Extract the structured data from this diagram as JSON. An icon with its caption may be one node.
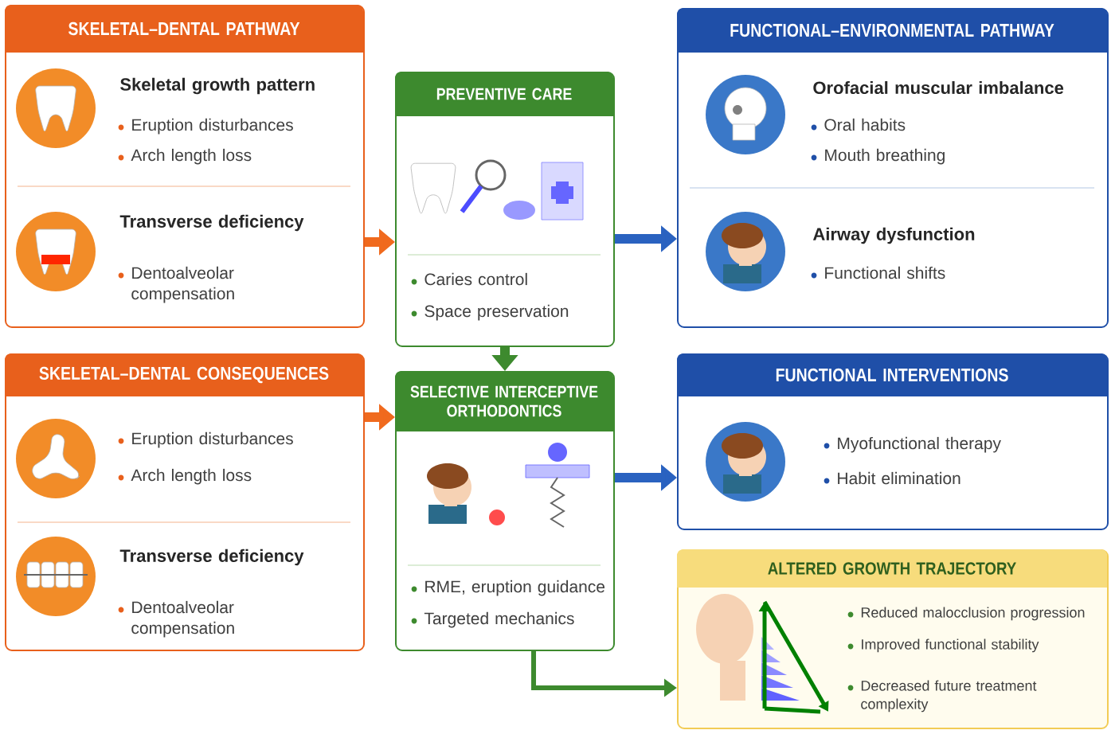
{
  "diagram": {
    "nodes": [
      {
        "text": [
          "SKELETAL–DENTAL PATHWAY",
          "Skeletal growth pattern",
          "Eruption disturbances",
          "Arch length loss",
          "Transverse deficiency",
          "Dentoalveolar compensation"
        ]
      },
      {
        "text": [
          "PREVENTIVE CARE",
          "Caries control",
          "Space preservation"
        ]
      },
      {
        "text": [
          "FUNCTIONAL–ENVIRONMENTAL PATHWAY",
          "Orofacial muscular imbalance",
          "Oral habits",
          "Mouth breathing",
          "Airway dysfunction",
          "Functional shifts"
        ]
      },
      {
        "text": [
          "SKELETAL–DENTAL CONSEQUENCES",
          "Eruption disturbances",
          "Arch length loss",
          "Transverse deficiency",
          "Dentoalveolar compensation"
        ]
      },
      {
        "text": [
          "SELECTIVE INTERCEPTIVE ORTHODONTICS",
          "RME, eruption guidance",
          "Targeted mechanics"
        ]
      },
      {
        "text": [
          "FUNCTIONAL INTERVENTIONS",
          "Myofunctional therapy",
          "Habit elimination"
        ]
      },
      {
        "text": [
          "ALTERED GROWTH TRAJECTORY",
          "Reduced malocclusion progression",
          "Improved functional stability",
          "Decreased future treatment complexity"
        ]
      }
    ],
    "edges": [
      {
        "from": 0,
        "to": 1,
        "arrow": "to",
        "color": "#f06a1e"
      },
      {
        "from": 1,
        "to": 2,
        "arrow": "to",
        "color": "#2a62c0"
      },
      {
        "from": 1,
        "to": 4,
        "arrow": "to",
        "color": "#3d8a2e"
      },
      {
        "from": 3,
        "to": 4,
        "arrow": "to",
        "color": "#f06a1e"
      },
      {
        "from": 4,
        "to": 5,
        "arrow": "to",
        "color": "#2a62c0"
      },
      {
        "from": 4,
        "to": 6,
        "arrow": "to",
        "color": "#3d8a2e"
      }
    ]
  }
}
